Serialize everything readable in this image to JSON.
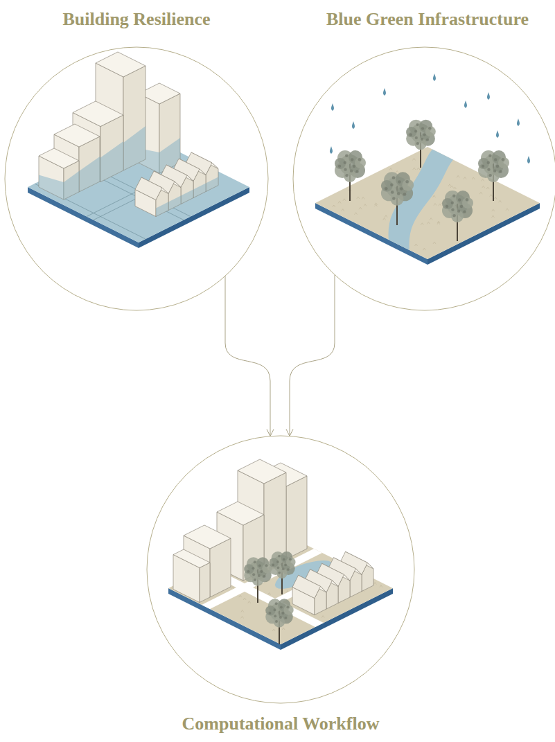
{
  "diagram": {
    "nodes": [
      {
        "text": [
          "Building Resilience"
        ]
      },
      {
        "text": [
          "Blue Green Infrastructure"
        ]
      },
      {
        "text": [
          "Computational Workflow"
        ]
      }
    ],
    "edges": [
      {
        "from": 0,
        "to": 2,
        "arrow": "to"
      },
      {
        "from": 1,
        "to": 2,
        "arrow": "to"
      }
    ]
  }
}
